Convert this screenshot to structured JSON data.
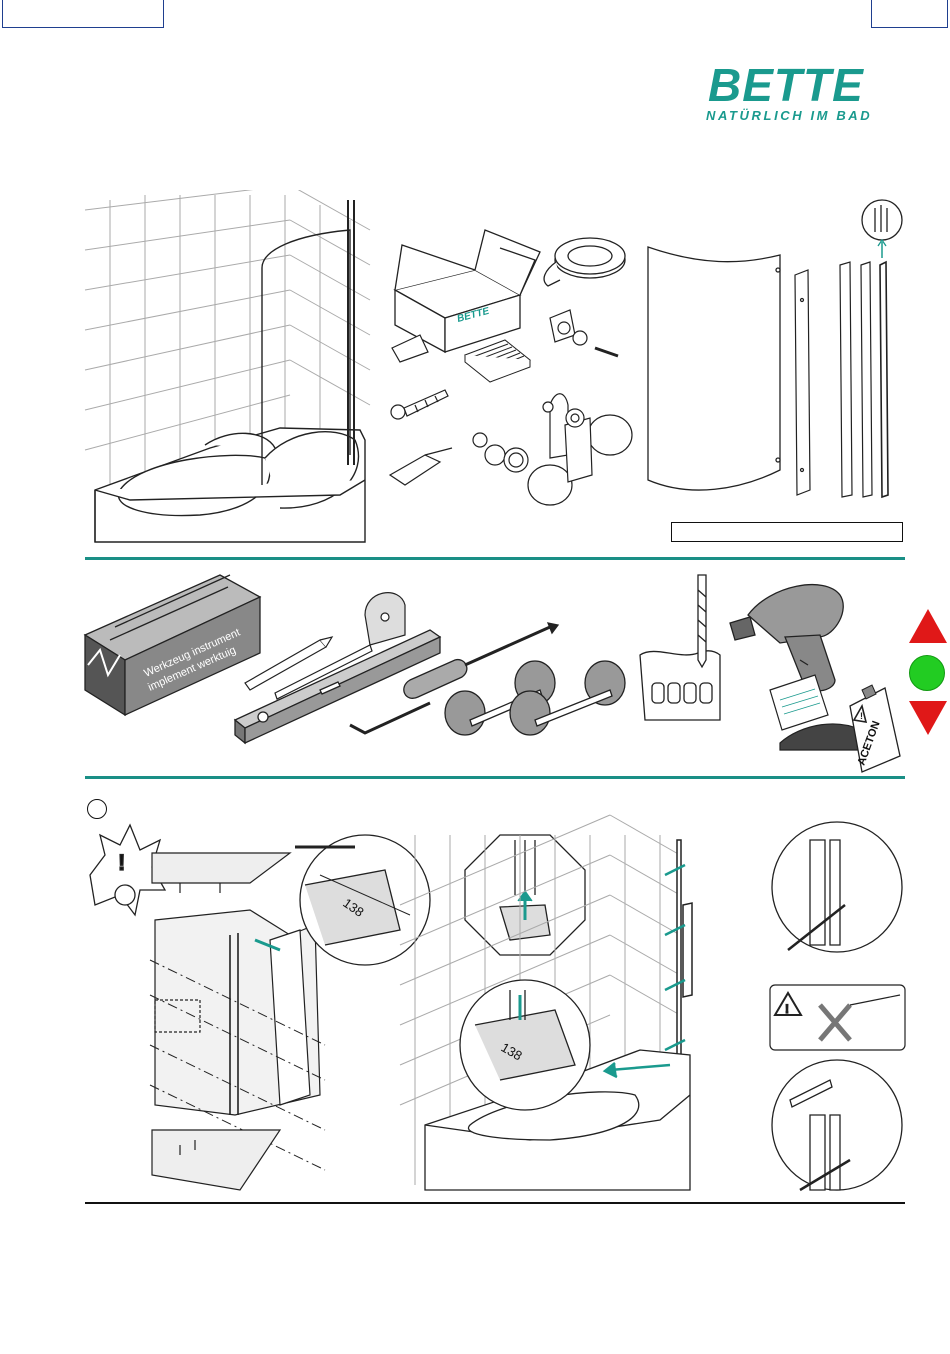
{
  "logo": {
    "brand": "BETTE",
    "tagline": "NATÜRLICH IM BAD"
  },
  "box_label": "BETTE",
  "toolbox": {
    "label_line1": "Werkzeug  instrument",
    "label_line2": "implement  werktuig"
  },
  "cleaner_bottle": {
    "label": "ACETON"
  },
  "dimension_label_top": "138",
  "dimension_label_bottom": "138",
  "colors": {
    "brand_teal": "#1a9a8e",
    "divider": "#1a8f86",
    "stop_red": "#e01818",
    "go_green": "#22cc22",
    "line": "#222222"
  },
  "icons": [
    "tile-wall-icon",
    "bathtub-icon",
    "shower-screen-icon",
    "cardboard-box-icon",
    "rubber-seal-roll-icon",
    "wedge-icon",
    "spacer-pack-icon",
    "screw-icon",
    "wall-plug-icon",
    "hinge-set-icon",
    "glass-panel-icon",
    "wall-profile-icon",
    "seal-profile-icon",
    "toolbox-icon",
    "pencil-icon",
    "tape-measure-icon",
    "spirit-level-icon",
    "screwdriver-icon",
    "allen-key-icon",
    "suction-lifter-icon",
    "drill-bit-icon",
    "tile-icon",
    "power-drill-icon",
    "cleaning-wipe-icon",
    "acetone-bottle-icon",
    "warning-icon",
    "stop-arrow-icon",
    "go-circle-icon",
    "caution-person-icon"
  ]
}
